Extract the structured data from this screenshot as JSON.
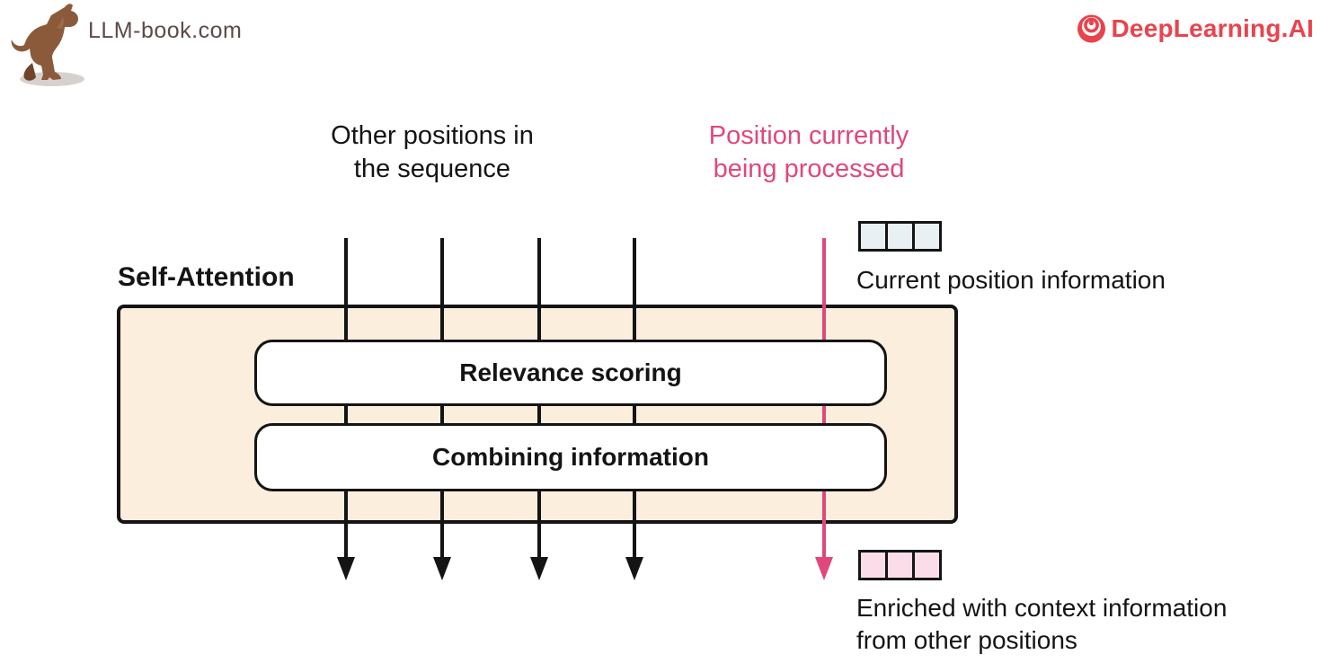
{
  "header": {
    "site": "LLM-book.com",
    "brand": "DeepLearning.AI"
  },
  "captions": {
    "other_positions": "Other positions in\nthe sequence",
    "current_position": "Position currently\nbeing processed"
  },
  "diagram": {
    "title": "Self-Attention",
    "blocks": {
      "relevance": "Relevance scoring",
      "combining": "Combining information"
    },
    "input_line_count": 4,
    "current_line_count": 1,
    "cells_per_strip": 3
  },
  "side_labels": {
    "current_info": "Current position information",
    "enriched_info": "Enriched with context information\nfrom other positions"
  },
  "colors": {
    "accent_pink": "#df487c",
    "brand_red": "#e8444d",
    "site_text": "#5d4a49",
    "attention_box_fill": "#fbeedd",
    "line_black": "#141414",
    "cell_blue": "#e9f0f4",
    "cell_pink": "#fbdde9"
  }
}
